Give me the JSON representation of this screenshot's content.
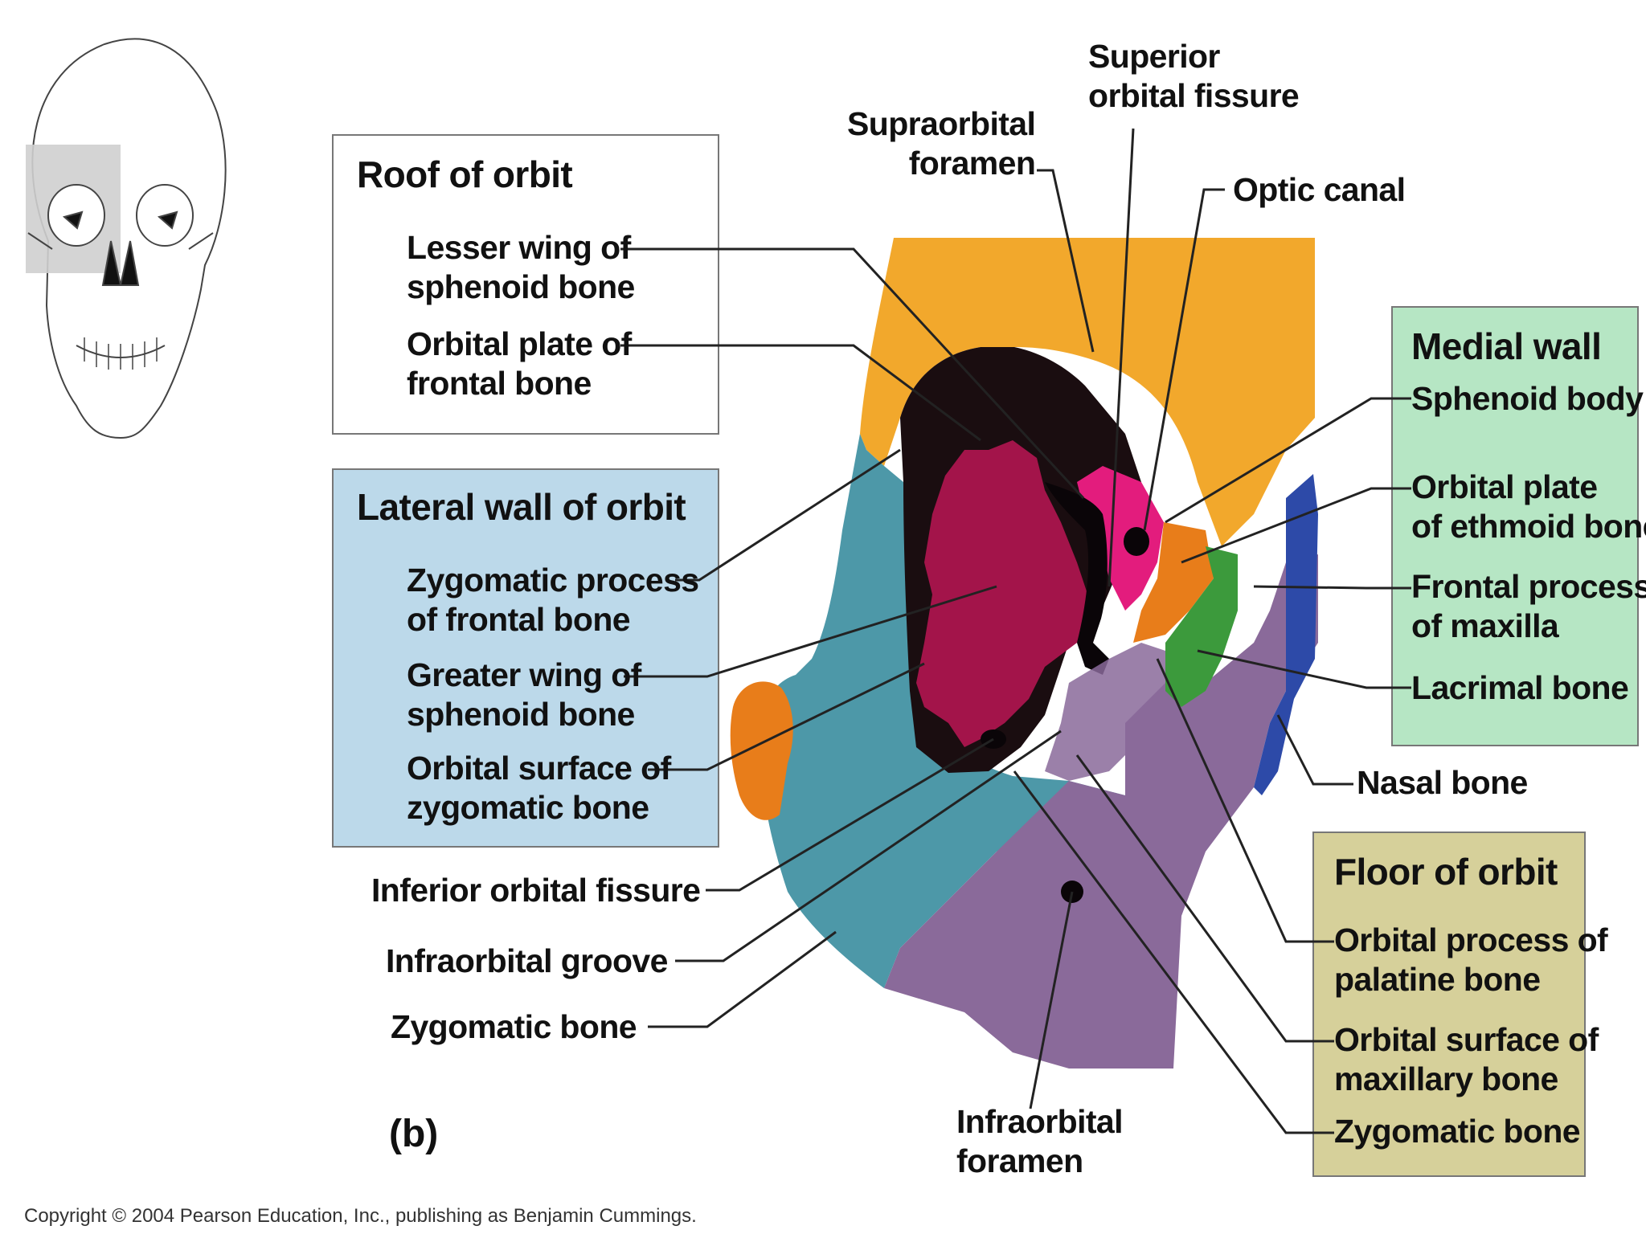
{
  "panel_letter": "(b)",
  "copyright": "Copyright © 2004 Pearson Education, Inc., publishing as Benjamin Cummings.",
  "colors": {
    "frontal": "#f2a82c",
    "sphenoid_greater": "#a3144a",
    "sphenoid_body": "#e31c7d",
    "zygomatic": "#4d98a8",
    "maxilla": "#8a6a9a",
    "ethmoid": "#e87d1a",
    "lacrimal": "#3c9a3c",
    "nasal": "#2d4aa8",
    "cavity": "#1a0d10",
    "roof_box": "#ffffff",
    "lateral_box": "#bcd9ea",
    "medial_box": "#b6e6c4",
    "floor_box": "#d6d09a"
  },
  "boxes": {
    "roof": {
      "title": "Roof of orbit",
      "items": [
        "Lesser wing of\nsphenoid bone",
        "Orbital plate of\nfrontal bone"
      ]
    },
    "lateral": {
      "title": "Lateral wall of orbit",
      "items": [
        "Zygomatic process\nof frontal bone",
        "Greater wing of\nsphenoid bone",
        "Orbital surface of\nzygomatic bone"
      ]
    },
    "medial": {
      "title": "Medial wall",
      "items": [
        "Sphenoid body",
        "Orbital plate\nof ethmoid bone",
        "Frontal process\nof maxilla",
        "Lacrimal bone"
      ]
    },
    "floor": {
      "title": "Floor of orbit",
      "items": [
        "Orbital process of\npalatine bone",
        "Orbital surface of\nmaxillary bone",
        "Zygomatic bone"
      ]
    }
  },
  "labels": {
    "supraorbital_foramen": "Supraorbital\nforamen",
    "superior_orbital_fissure": "Superior\norbital fissure",
    "optic_canal": "Optic canal",
    "nasal_bone": "Nasal bone",
    "inferior_orbital_fissure": "Inferior orbital fissure",
    "infraorbital_groove": "Infraorbital groove",
    "zygomatic_bone": "Zygomatic bone",
    "infraorbital_foramen": "Infraorbital\nforamen"
  }
}
